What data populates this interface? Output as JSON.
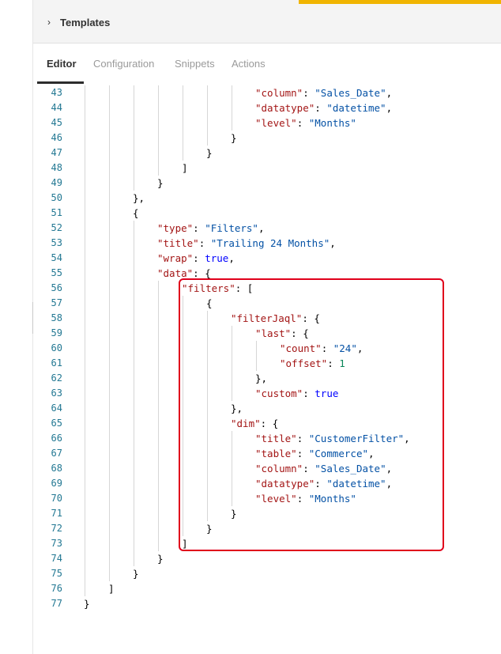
{
  "colors": {
    "accent": "#f0b400",
    "highlight": "#e0001b",
    "key": "#a31515",
    "string": "#0451a5",
    "number": "#098658",
    "bool": "#0000ff"
  },
  "templates": {
    "label": "Templates"
  },
  "tabs": [
    {
      "label": "Editor",
      "active": true
    },
    {
      "label": "Configuration",
      "active": false
    },
    {
      "label": "Snippets",
      "active": false
    },
    {
      "label": "Actions",
      "active": false
    }
  ],
  "editor": {
    "lines": [
      {
        "no": "43",
        "indent": 7,
        "tokens": [
          {
            "t": "k",
            "v": "\"column\""
          },
          {
            "t": "p",
            "v": ": "
          },
          {
            "t": "s",
            "v": "\"Sales_Date\""
          },
          {
            "t": "p",
            "v": ","
          }
        ]
      },
      {
        "no": "44",
        "indent": 7,
        "tokens": [
          {
            "t": "k",
            "v": "\"datatype\""
          },
          {
            "t": "p",
            "v": ": "
          },
          {
            "t": "s",
            "v": "\"datetime\""
          },
          {
            "t": "p",
            "v": ","
          }
        ]
      },
      {
        "no": "45",
        "indent": 7,
        "tokens": [
          {
            "t": "k",
            "v": "\"level\""
          },
          {
            "t": "p",
            "v": ": "
          },
          {
            "t": "s",
            "v": "\"Months\""
          }
        ]
      },
      {
        "no": "46",
        "indent": 6,
        "tokens": [
          {
            "t": "p",
            "v": "}"
          }
        ]
      },
      {
        "no": "47",
        "indent": 5,
        "tokens": [
          {
            "t": "p",
            "v": "}"
          }
        ]
      },
      {
        "no": "48",
        "indent": 4,
        "tokens": [
          {
            "t": "p",
            "v": "]"
          }
        ]
      },
      {
        "no": "49",
        "indent": 3,
        "tokens": [
          {
            "t": "p",
            "v": "}"
          }
        ]
      },
      {
        "no": "50",
        "indent": 2,
        "tokens": [
          {
            "t": "p",
            "v": "},"
          }
        ]
      },
      {
        "no": "51",
        "indent": 2,
        "tokens": [
          {
            "t": "p",
            "v": "{"
          }
        ]
      },
      {
        "no": "52",
        "indent": 3,
        "tokens": [
          {
            "t": "k",
            "v": "\"type\""
          },
          {
            "t": "p",
            "v": ": "
          },
          {
            "t": "s",
            "v": "\"Filters\""
          },
          {
            "t": "p",
            "v": ","
          }
        ]
      },
      {
        "no": "53",
        "indent": 3,
        "tokens": [
          {
            "t": "k",
            "v": "\"title\""
          },
          {
            "t": "p",
            "v": ": "
          },
          {
            "t": "s",
            "v": "\"Trailing 24 Months\""
          },
          {
            "t": "p",
            "v": ","
          }
        ]
      },
      {
        "no": "54",
        "indent": 3,
        "tokens": [
          {
            "t": "k",
            "v": "\"wrap\""
          },
          {
            "t": "p",
            "v": ": "
          },
          {
            "t": "b",
            "v": "true"
          },
          {
            "t": "p",
            "v": ","
          }
        ]
      },
      {
        "no": "55",
        "indent": 3,
        "tokens": [
          {
            "t": "k",
            "v": "\"data\""
          },
          {
            "t": "p",
            "v": ": {"
          }
        ]
      },
      {
        "no": "56",
        "indent": 4,
        "tokens": [
          {
            "t": "k",
            "v": "\"filters\""
          },
          {
            "t": "p",
            "v": ": ["
          }
        ]
      },
      {
        "no": "57",
        "indent": 5,
        "tokens": [
          {
            "t": "p",
            "v": "{"
          }
        ]
      },
      {
        "no": "58",
        "indent": 6,
        "tokens": [
          {
            "t": "k",
            "v": "\"filterJaql\""
          },
          {
            "t": "p",
            "v": ": {"
          }
        ]
      },
      {
        "no": "59",
        "indent": 7,
        "tokens": [
          {
            "t": "k",
            "v": "\"last\""
          },
          {
            "t": "p",
            "v": ": {"
          }
        ]
      },
      {
        "no": "60",
        "indent": 8,
        "tokens": [
          {
            "t": "k",
            "v": "\"count\""
          },
          {
            "t": "p",
            "v": ": "
          },
          {
            "t": "s",
            "v": "\"24\""
          },
          {
            "t": "p",
            "v": ","
          }
        ]
      },
      {
        "no": "61",
        "indent": 8,
        "tokens": [
          {
            "t": "k",
            "v": "\"offset\""
          },
          {
            "t": "p",
            "v": ": "
          },
          {
            "t": "n",
            "v": "1"
          }
        ]
      },
      {
        "no": "62",
        "indent": 7,
        "tokens": [
          {
            "t": "p",
            "v": "},"
          }
        ]
      },
      {
        "no": "63",
        "indent": 7,
        "tokens": [
          {
            "t": "k",
            "v": "\"custom\""
          },
          {
            "t": "p",
            "v": ": "
          },
          {
            "t": "b",
            "v": "true"
          }
        ]
      },
      {
        "no": "64",
        "indent": 6,
        "tokens": [
          {
            "t": "p",
            "v": "},"
          }
        ]
      },
      {
        "no": "65",
        "indent": 6,
        "tokens": [
          {
            "t": "k",
            "v": "\"dim\""
          },
          {
            "t": "p",
            "v": ": {"
          }
        ]
      },
      {
        "no": "66",
        "indent": 7,
        "tokens": [
          {
            "t": "k",
            "v": "\"title\""
          },
          {
            "t": "p",
            "v": ": "
          },
          {
            "t": "s",
            "v": "\"CustomerFilter\""
          },
          {
            "t": "p",
            "v": ","
          }
        ]
      },
      {
        "no": "67",
        "indent": 7,
        "tokens": [
          {
            "t": "k",
            "v": "\"table\""
          },
          {
            "t": "p",
            "v": ": "
          },
          {
            "t": "s",
            "v": "\"Commerce\""
          },
          {
            "t": "p",
            "v": ","
          }
        ]
      },
      {
        "no": "68",
        "indent": 7,
        "tokens": [
          {
            "t": "k",
            "v": "\"column\""
          },
          {
            "t": "p",
            "v": ": "
          },
          {
            "t": "s",
            "v": "\"Sales_Date\""
          },
          {
            "t": "p",
            "v": ","
          }
        ]
      },
      {
        "no": "69",
        "indent": 7,
        "tokens": [
          {
            "t": "k",
            "v": "\"datatype\""
          },
          {
            "t": "p",
            "v": ": "
          },
          {
            "t": "s",
            "v": "\"datetime\""
          },
          {
            "t": "p",
            "v": ","
          }
        ]
      },
      {
        "no": "70",
        "indent": 7,
        "tokens": [
          {
            "t": "k",
            "v": "\"level\""
          },
          {
            "t": "p",
            "v": ": "
          },
          {
            "t": "s",
            "v": "\"Months\""
          }
        ]
      },
      {
        "no": "71",
        "indent": 6,
        "tokens": [
          {
            "t": "p",
            "v": "}"
          }
        ]
      },
      {
        "no": "72",
        "indent": 5,
        "tokens": [
          {
            "t": "p",
            "v": "}"
          }
        ]
      },
      {
        "no": "73",
        "indent": 4,
        "tokens": [
          {
            "t": "p",
            "v": "]"
          }
        ]
      },
      {
        "no": "74",
        "indent": 3,
        "tokens": [
          {
            "t": "p",
            "v": "}"
          }
        ]
      },
      {
        "no": "75",
        "indent": 2,
        "tokens": [
          {
            "t": "p",
            "v": "}"
          }
        ]
      },
      {
        "no": "76",
        "indent": 1,
        "tokens": [
          {
            "t": "p",
            "v": "]"
          }
        ]
      },
      {
        "no": "77",
        "indent": 0,
        "tokens": [
          {
            "t": "p",
            "v": "}"
          }
        ]
      }
    ]
  }
}
